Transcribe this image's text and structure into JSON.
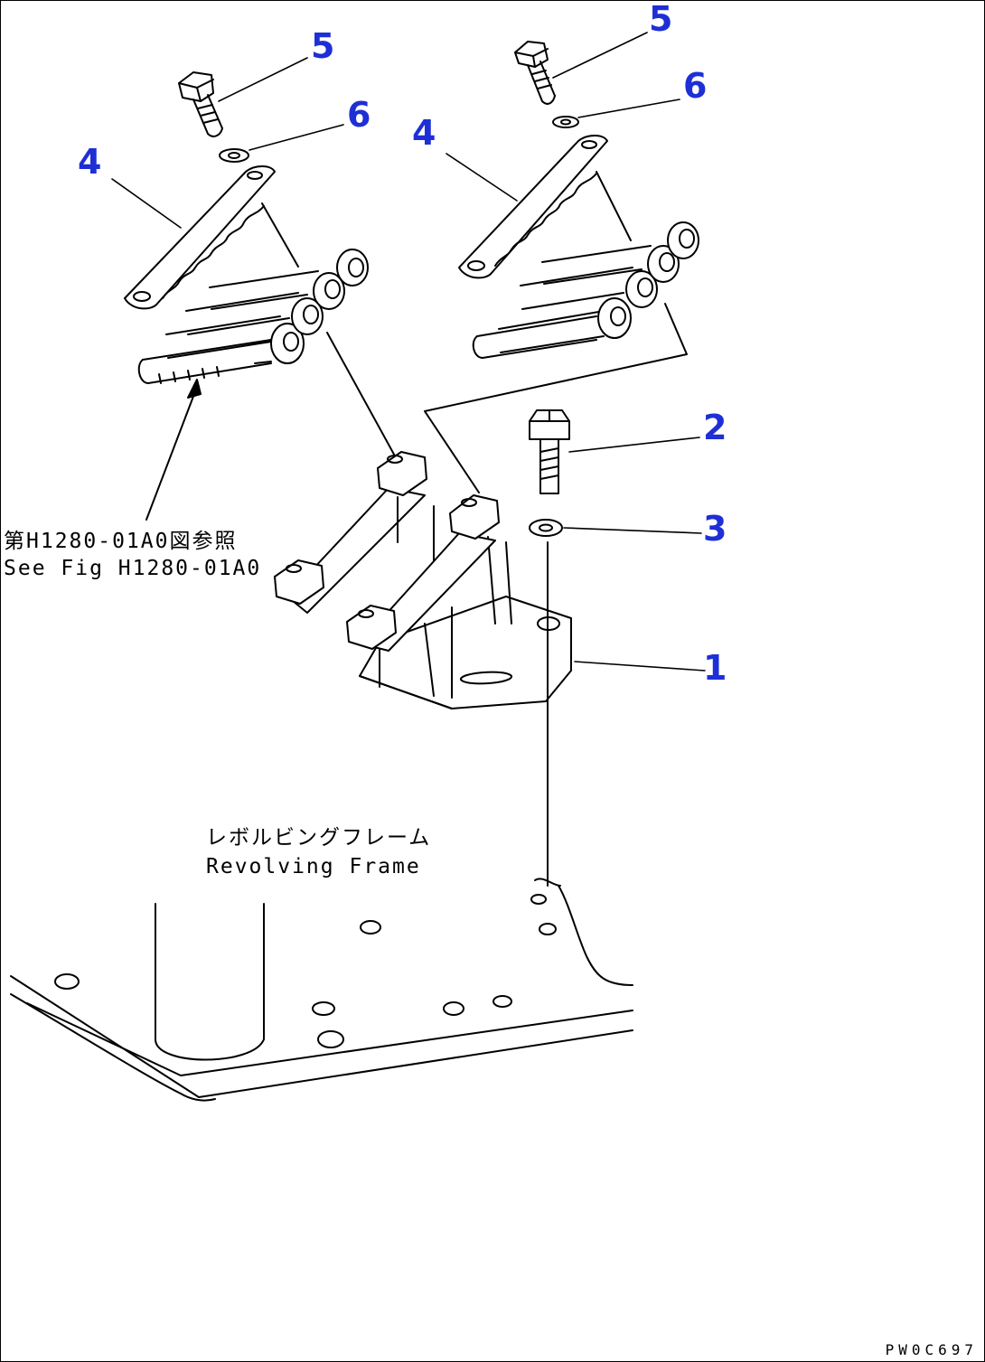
{
  "callouts": {
    "c1": "1",
    "c2": "2",
    "c3": "3",
    "c4_left": "4",
    "c4_right": "4",
    "c5_left": "5",
    "c5_right": "5",
    "c6_left": "6",
    "c6_right": "6"
  },
  "notes": {
    "see_fig_jp": "第H1280-01A0図参照",
    "see_fig_en": "See Fig H1280-01A0",
    "frame_jp": "レボルビングフレーム",
    "frame_en": "Revolving Frame"
  },
  "doc_code": "PW0C697",
  "colors": {
    "callout": "#1f2fd6",
    "line": "#000000"
  }
}
